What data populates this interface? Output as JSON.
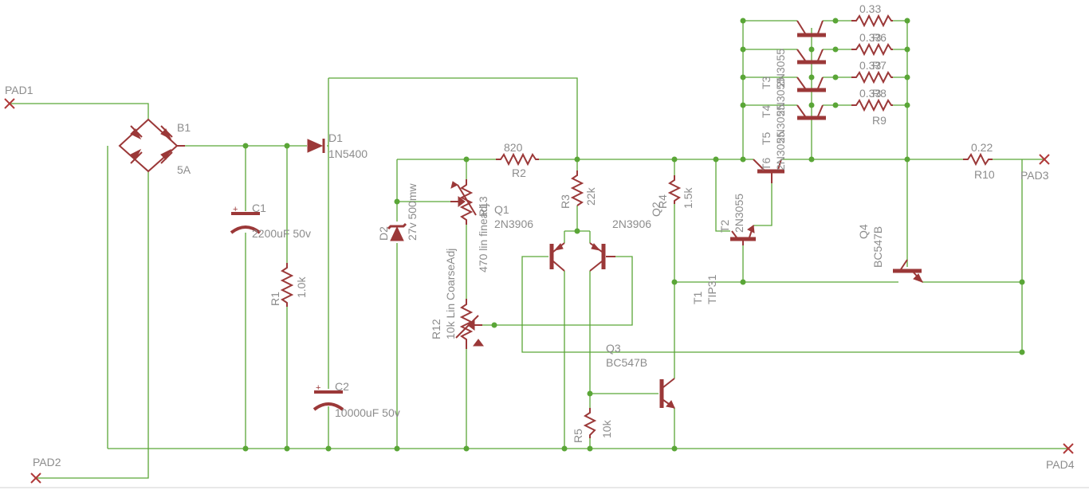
{
  "pads": [
    "PAD1",
    "PAD2",
    "PAD3",
    "PAD4"
  ],
  "bridge": {
    "name": "B1",
    "value": "5A"
  },
  "c1": {
    "name": "C1",
    "value": "2200uF 50v"
  },
  "c2": {
    "name": "C2",
    "value": "10000uF 50v"
  },
  "r1": {
    "name": "R1",
    "value": "1.0k"
  },
  "d1": {
    "name": "D1",
    "value": "1N5400"
  },
  "d2": {
    "name": "D2",
    "value": "27v 500mw"
  },
  "r2": {
    "name": "R2",
    "value": "820"
  },
  "r3": {
    "name": "R3",
    "value": "22k"
  },
  "r4": {
    "name": "R4",
    "value": "1.5k"
  },
  "r5": {
    "name": "R5",
    "value": "10k"
  },
  "r10": {
    "name": "R10",
    "value": "0.22"
  },
  "r13": {
    "name": "R13",
    "value": "470 lin fineadj"
  },
  "r12": {
    "name": "R12",
    "value": "10k Lin CoarseAdj"
  },
  "q1": {
    "name": "Q1",
    "value": "2N3906"
  },
  "q2": {
    "name": "Q2",
    "value": "2N3906"
  },
  "q3": {
    "name": "Q3",
    "value": "BC547B"
  },
  "q4": {
    "name": "Q4",
    "value": "BC547B"
  },
  "t1": {
    "name": "T1",
    "value": "TIP31"
  },
  "t2": {
    "name": "T2",
    "value": "2N3055"
  },
  "t_stack": [
    "T3",
    "T4",
    "T5",
    "T6"
  ],
  "t_stack_value": "2N3055",
  "emitter_resistors": {
    "value": "0.33",
    "names": [
      "R6",
      "R7",
      "R8",
      "R9"
    ]
  }
}
